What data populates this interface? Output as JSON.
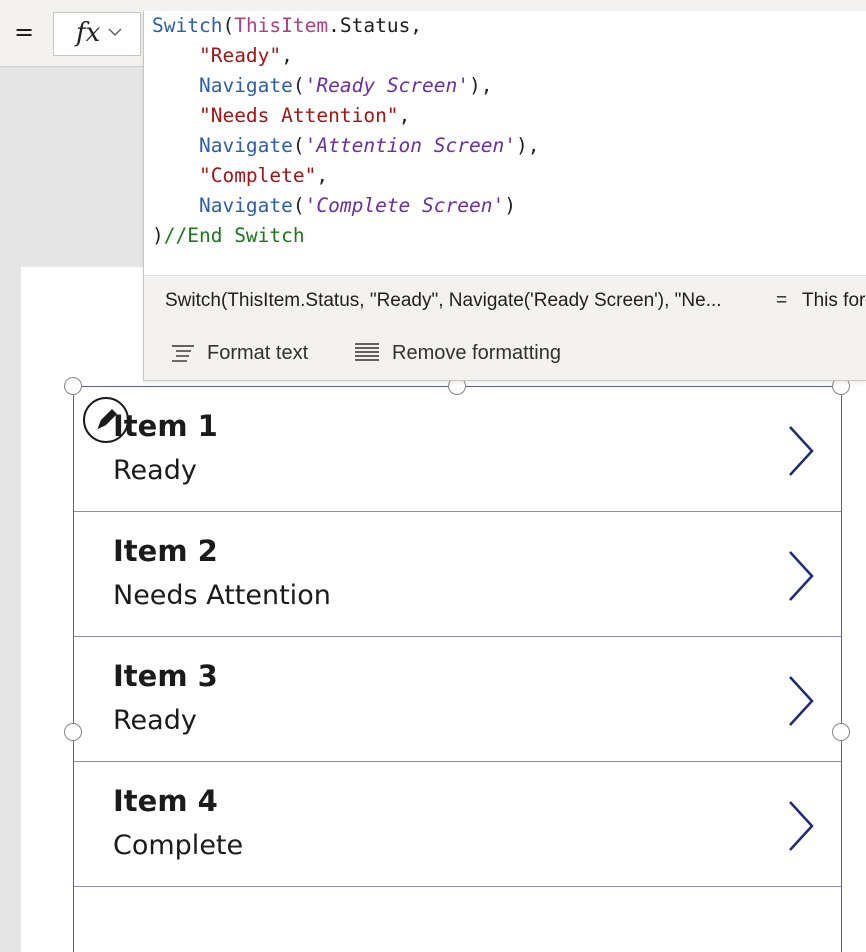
{
  "formula_bar": {
    "equals": "=",
    "fx_label": "fx",
    "fx_dropdown_icon": "chevron-down-icon"
  },
  "editor": {
    "code_lines": [
      {
        "segments": [
          {
            "t": "Switch",
            "c": "fn"
          },
          {
            "t": "(",
            "c": "pl"
          },
          {
            "t": "ThisItem",
            "c": "ident"
          },
          {
            "t": ".Status,",
            "c": "pl"
          }
        ]
      },
      {
        "segments": [
          {
            "t": "    ",
            "c": "pl"
          },
          {
            "t": "\"Ready\"",
            "c": "str"
          },
          {
            "t": ",",
            "c": "pl"
          }
        ]
      },
      {
        "segments": [
          {
            "t": "    ",
            "c": "pl"
          },
          {
            "t": "Navigate",
            "c": "fn"
          },
          {
            "t": "(",
            "c": "pl"
          },
          {
            "t": "'Ready Screen'",
            "c": "scr"
          },
          {
            "t": "),",
            "c": "pl"
          }
        ]
      },
      {
        "segments": [
          {
            "t": "    ",
            "c": "pl"
          },
          {
            "t": "\"Needs Attention\"",
            "c": "str"
          },
          {
            "t": ",",
            "c": "pl"
          }
        ]
      },
      {
        "segments": [
          {
            "t": "    ",
            "c": "pl"
          },
          {
            "t": "Navigate",
            "c": "fn"
          },
          {
            "t": "(",
            "c": "pl"
          },
          {
            "t": "'Attention Screen'",
            "c": "scr"
          },
          {
            "t": "),",
            "c": "pl"
          }
        ]
      },
      {
        "segments": [
          {
            "t": "    ",
            "c": "pl"
          },
          {
            "t": "\"Complete\"",
            "c": "str"
          },
          {
            "t": ",",
            "c": "pl"
          }
        ]
      },
      {
        "segments": [
          {
            "t": "    ",
            "c": "pl"
          },
          {
            "t": "Navigate",
            "c": "fn"
          },
          {
            "t": "(",
            "c": "pl"
          },
          {
            "t": "'Complete Screen'",
            "c": "scr"
          },
          {
            "t": ")",
            "c": "pl"
          }
        ]
      },
      {
        "segments": [
          {
            "t": ")",
            "c": "pl"
          },
          {
            "t": "//End Switch",
            "c": "cmt"
          }
        ]
      }
    ],
    "result_preview": "Switch(ThisItem.Status, \"Ready\", Navigate('Ready Screen'), \"Ne...",
    "result_equals": "=",
    "result_type": "This formula uses scope",
    "format_text_label": "Format text",
    "remove_formatting_label": "Remove formatting"
  },
  "gallery": {
    "items": [
      {
        "title": "Item 1",
        "status": "Ready"
      },
      {
        "title": "Item 2",
        "status": "Needs Attention"
      },
      {
        "title": "Item 3",
        "status": "Ready"
      },
      {
        "title": "Item 4",
        "status": "Complete"
      }
    ]
  },
  "colors": {
    "code_function": "#2e5ea8",
    "code_identifier": "#b0407e",
    "code_string": "#a31515",
    "code_screen": "#6b2fa0",
    "code_comment": "#1a7a1a",
    "chevron": "#1f2a78"
  }
}
